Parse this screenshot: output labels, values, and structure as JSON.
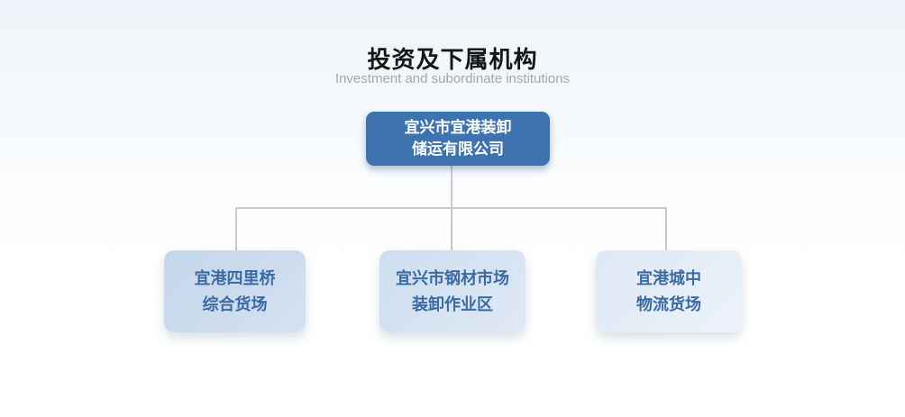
{
  "header": {
    "title": "投资及下属机构",
    "subtitle": "Investment and subordinate institutions"
  },
  "org_chart": {
    "root": {
      "name": "宜兴市宜港装卸储运有限公司",
      "lines": [
        "宜兴市宜港装卸",
        "储运有限公司"
      ]
    },
    "children": [
      {
        "name": "宜港四里桥综合货场",
        "lines": [
          "宜港四里桥",
          "综合货场"
        ]
      },
      {
        "name": "宜兴市钢材市场装卸作业区",
        "lines": [
          "宜兴市钢材市场",
          "装卸作业区"
        ]
      },
      {
        "name": "宜港城中物流货场",
        "lines": [
          "宜港城中",
          "物流货场"
        ]
      }
    ]
  },
  "colors": {
    "page_background_top": "#eef4f9",
    "page_background_bottom": "#ffffff",
    "title_text": "#161616",
    "subtitle_text": "#a7a7a7",
    "root_node_background": "#3d73b1",
    "root_node_text": "#ffffff",
    "child_node_text": "#3a6ba6",
    "child_node_background_left": "#c7daec",
    "child_node_background_middle": "#d2e1f1",
    "child_node_background_right": "#e2ebf5",
    "connector_line": "#c7c9ca"
  }
}
